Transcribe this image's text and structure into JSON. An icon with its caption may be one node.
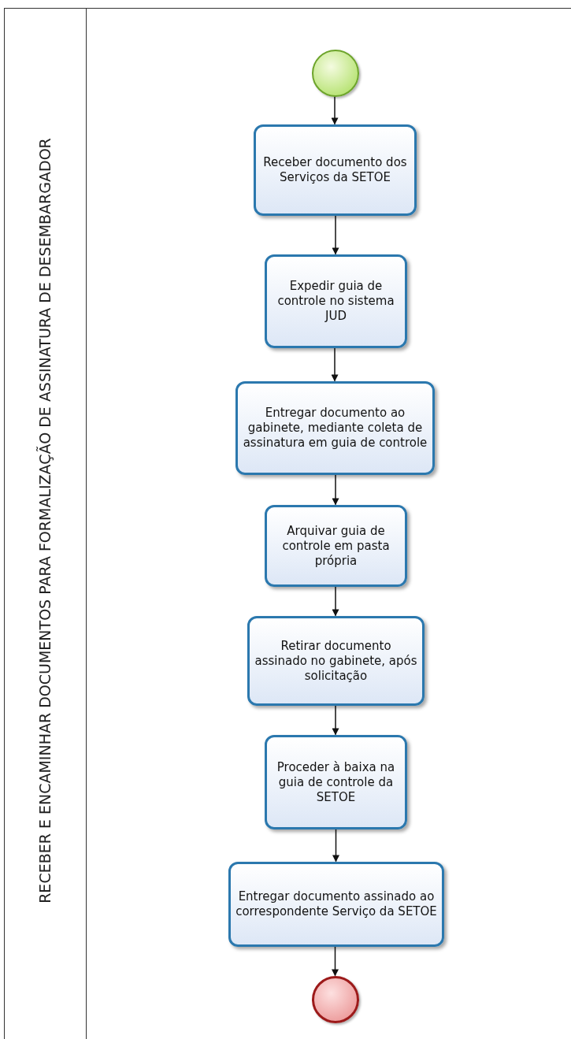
{
  "diagram": {
    "nodes": [
      {
        "text": [
          "RECEBER E ENCAMINHAR DOCUMENTOS PARA FORMALIZAÇÃO DE ASSINATURA DE DESEMBARGADOR"
        ]
      },
      {
        "text": [],
        "shape": "circle",
        "in": 0
      },
      {
        "text": [
          "Receber documento dos Serviços da SETOE"
        ],
        "in": 0
      },
      {
        "text": [
          "Expedir guia de controle no sistema JUD"
        ],
        "in": 0
      },
      {
        "text": [
          "Entregar documento ao gabinete, mediante coleta de assinatura em guia de controle"
        ],
        "in": 0
      },
      {
        "text": [
          "Arquivar guia de controle em pasta própria"
        ],
        "in": 0
      },
      {
        "text": [
          "Retirar documento assinado no gabinete, após solicitação"
        ],
        "in": 0
      },
      {
        "text": [
          "Proceder à baixa na guia de controle da SETOE"
        ],
        "in": 0
      },
      {
        "text": [
          "Entregar documento assinado ao correspondente Serviço da SETOE"
        ],
        "in": 0
      },
      {
        "text": [],
        "shape": "circle",
        "in": 0
      }
    ],
    "edges": [
      {
        "from": 1,
        "to": 2,
        "arrow": "to"
      },
      {
        "from": 2,
        "to": 3,
        "arrow": "to"
      },
      {
        "from": 3,
        "to": 4,
        "arrow": "to"
      },
      {
        "from": 4,
        "to": 5,
        "arrow": "to"
      },
      {
        "from": 5,
        "to": 6,
        "arrow": "to"
      },
      {
        "from": 6,
        "to": 7,
        "arrow": "to"
      },
      {
        "from": 7,
        "to": 8,
        "arrow": "to"
      },
      {
        "from": 8,
        "to": 9,
        "arrow": "to"
      }
    ]
  }
}
